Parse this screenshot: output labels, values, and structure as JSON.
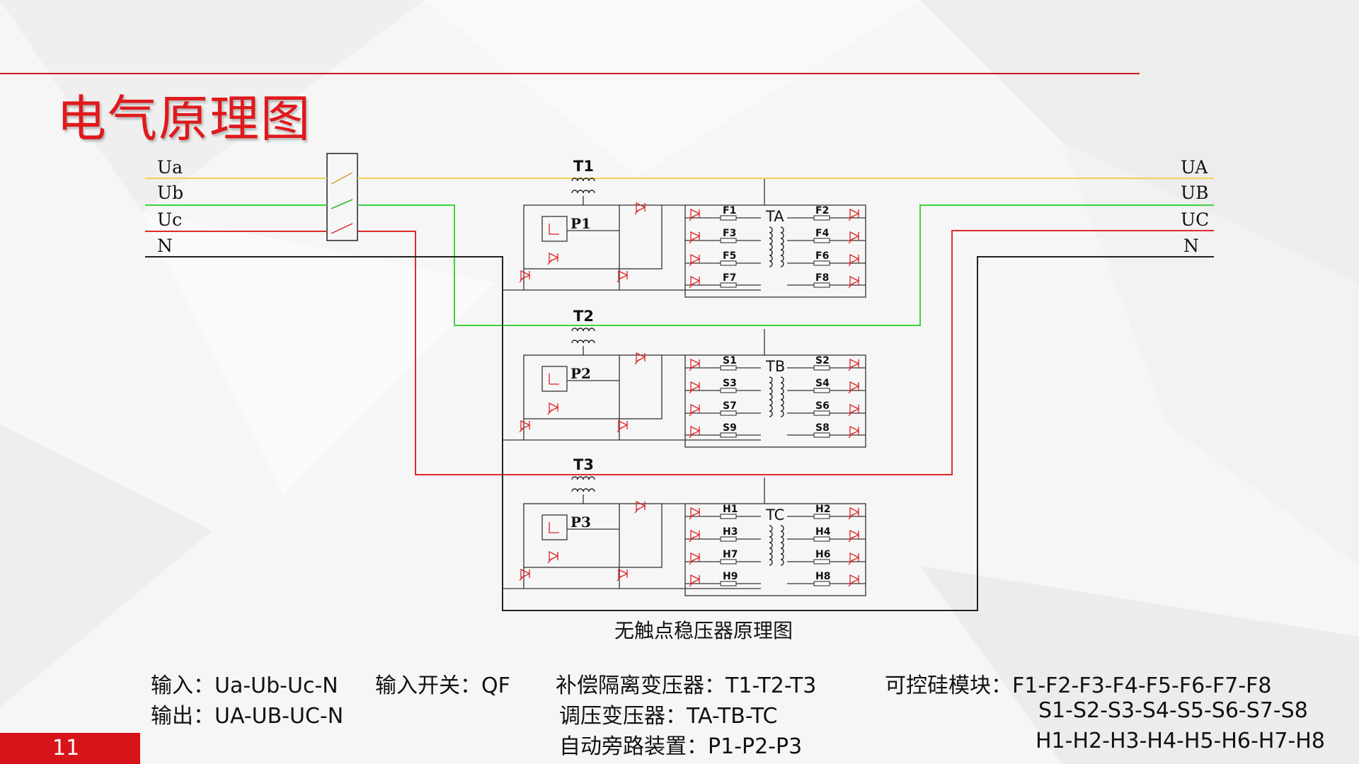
{
  "slide": {
    "title": "电气原理图",
    "page_number": "11",
    "accent_color": "#e0191b"
  },
  "diagram": {
    "caption": "无触点稳压器原理图",
    "input_labels": [
      "Ua",
      "Ub",
      "Uc",
      "N"
    ],
    "output_labels": [
      "UA",
      "UB",
      "UC",
      "N"
    ],
    "phase_colors": {
      "a": "#f2cf55",
      "b": "#3ed33e",
      "c": "#e02a2a",
      "n": "#222222"
    },
    "stages": [
      {
        "transformer": "T1",
        "bypass": "P1",
        "regulator": "TA",
        "left_modules": [
          "F1",
          "F3",
          "F5",
          "F7"
        ],
        "right_modules": [
          "F2",
          "F4",
          "F6",
          "F8"
        ]
      },
      {
        "transformer": "T2",
        "bypass": "P2",
        "regulator": "TB",
        "left_modules": [
          "S1",
          "S3",
          "S7",
          "S9"
        ],
        "right_modules": [
          "S2",
          "S4",
          "S6",
          "S8"
        ]
      },
      {
        "transformer": "T3",
        "bypass": "P3",
        "regulator": "TC",
        "left_modules": [
          "H1",
          "H3",
          "H7",
          "H9"
        ],
        "right_modules": [
          "H2",
          "H4",
          "H6",
          "H8"
        ]
      }
    ]
  },
  "legend": {
    "input": "输入：Ua-Ub-Uc-N",
    "output": "输出：UA-UB-UC-N",
    "input_switch": "输入开关：QF",
    "comp_transformer": "补偿隔离变压器：T1-T2-T3",
    "reg_transformer": "调压变压器：TA-TB-TC",
    "bypass": "自动旁路装置：P1-P2-P3",
    "thyristor_title": "可控硅模块：F1-F2-F3-F4-F5-F6-F7-F8",
    "thyristor_s": "S1-S2-S3-S4-S5-S6-S7-S8",
    "thyristor_h": "H1-H2-H3-H4-H5-H6-H7-H8"
  }
}
